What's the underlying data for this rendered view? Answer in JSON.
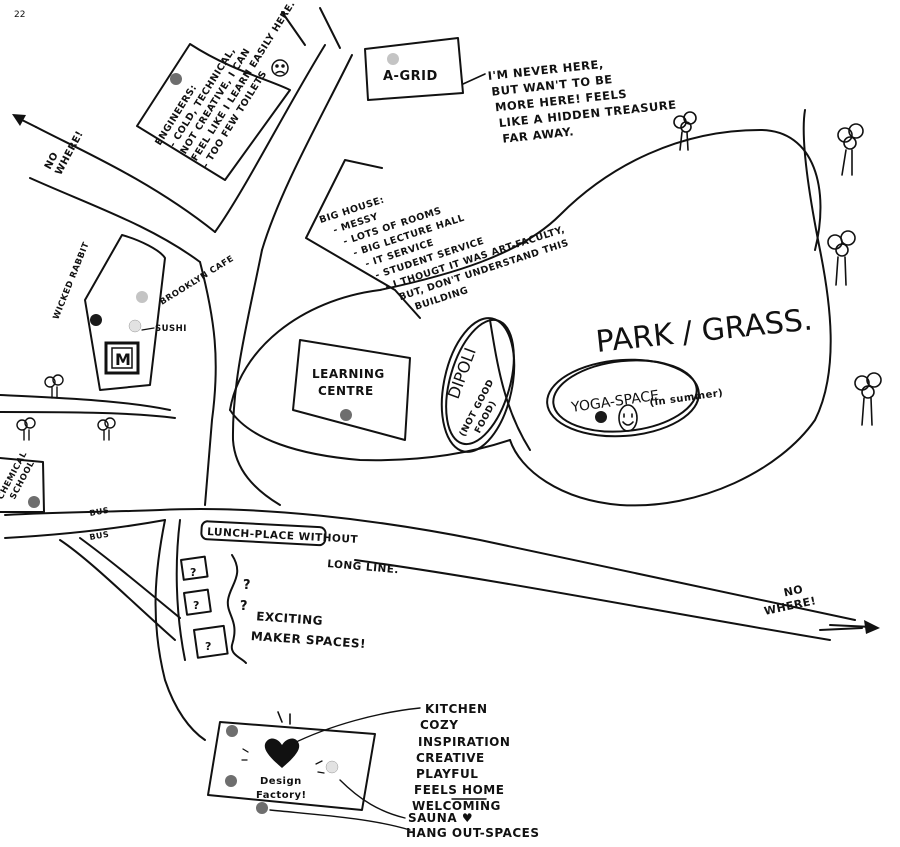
{
  "page_number": "22",
  "labels": {
    "nowhere_nw": [
      "NO",
      "WHERE!"
    ],
    "nowhere_se": [
      "NO",
      "WHERE!"
    ],
    "engineers": [
      "ENGINEERS:",
      "- COLD, TECHNICAL,",
      "NOT CREATIVE, I CAN",
      "FEEL LIKE I LEARN EASILY HERE.",
      "- TOO FEW TOILETS"
    ],
    "a_grid": "A-GRID",
    "a_grid_note": [
      "I'M NEVER HERE,",
      "BUT WAN'T TO BE",
      "MORE HERE! FEELS",
      "LIKE A HIDDEN TREASURE",
      "FAR AWAY."
    ],
    "big_house": [
      "BIG HOUSE:",
      "- MESSY",
      "- LOTS OF ROOMS",
      "- BIG LECTURE HALL",
      "- IT SERVICE",
      "- STUDENT SERVICE",
      "- I THOUGT IT WAS ART-FACULTY,",
      "BUT, DON'T UNDERSTAND THIS",
      "BUILDING"
    ],
    "wicked_rabbit": "WICKED RABBIT",
    "brooklyn_cafe": "BROOKLYN CAFE",
    "sushi": "SUSHI",
    "metro": "M",
    "learning_centre": [
      "LEARNING",
      "CENTRE"
    ],
    "park": "PARK / GRASS.",
    "dipoli": "DIPOLI",
    "dipoli_note": [
      "(NOT GOOD",
      "FOOD)"
    ],
    "yoga": "YOGA-SPACE",
    "yoga_note": "(in summer)",
    "chemical_school": [
      "CHEMICAL",
      "SCHOOL"
    ],
    "bus1": "BUS",
    "bus2": "BUS",
    "lunch_place": "LUNCH-PLACE WITHOUT",
    "long_line": "LONG LINE.",
    "question": "?",
    "exciting": [
      "EXCITING",
      "MAKER SPACES!"
    ],
    "design_factory": [
      "Design",
      "Factory!"
    ],
    "df_words": [
      "KITCHEN",
      "COZY",
      "INSPIRATION",
      "CREATIVE",
      "PLAYFUL",
      "FEELS HOME",
      "WELCOMING",
      "SAUNA ♥",
      "HANG OUT-SPACES"
    ]
  },
  "colors": {
    "ink": "#111111",
    "dot_dark": "#1a1a1a",
    "dot_mid": "#6e6e6e",
    "dot_light": "#c4c4c4"
  }
}
